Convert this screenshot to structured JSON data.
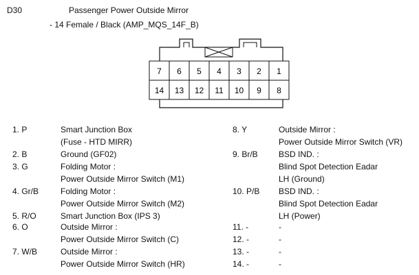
{
  "connector": {
    "code": "D30",
    "name": "Passenger Power Outside Mirror",
    "spec": "- 14 Female / Black (AMP_MQS_14F_B)"
  },
  "pins_top": [
    "7",
    "6",
    "5",
    "4",
    "3",
    "2",
    "1"
  ],
  "pins_bottom": [
    "14",
    "13",
    "12",
    "11",
    "10",
    "9",
    "8"
  ],
  "rows": [
    {
      "a_pin": "1. P",
      "a_desc": "Smart Junction Box",
      "b_pin": "8. Y",
      "b_desc": "Outside Mirror :"
    },
    {
      "a_pin": "",
      "a_desc": "(Fuse - HTD MIRR)",
      "b_pin": "",
      "b_desc": "Power Outside Mirror Switch (VR)"
    },
    {
      "a_pin": "2. B",
      "a_desc": "Ground (GF02)",
      "b_pin": "9. Br/B",
      "b_desc": "BSD IND. :"
    },
    {
      "a_pin": "3. G",
      "a_desc": "Folding Motor :",
      "b_pin": "",
      "b_desc": "Blind Spot Detection Eadar"
    },
    {
      "a_pin": "",
      "a_desc": "Power Outside Mirror Switch (M1)",
      "b_pin": "",
      "b_desc": "LH (Ground)"
    },
    {
      "a_pin": "4. Gr/B",
      "a_desc": "Folding Motor :",
      "b_pin": "10. P/B",
      "b_desc": "BSD IND. :"
    },
    {
      "a_pin": "",
      "a_desc": "Power Outside Mirror Switch (M2)",
      "b_pin": "",
      "b_desc": "Blind Spot Detection Eadar"
    },
    {
      "a_pin": "5. R/O",
      "a_desc": "Smart Junction Box (IPS 3)",
      "b_pin": "",
      "b_desc": "LH (Power)"
    },
    {
      "a_pin": "6. O",
      "a_desc": "Outside Mirror :",
      "b_pin": "11. -",
      "b_desc": "-"
    },
    {
      "a_pin": "",
      "a_desc": "Power Outside Mirror Switch (C)",
      "b_pin": "12. -",
      "b_desc": "-"
    },
    {
      "a_pin": "7. W/B",
      "a_desc": "Outside Mirror :",
      "b_pin": "13. -",
      "b_desc": "-"
    },
    {
      "a_pin": "",
      "a_desc": "Power Outside Mirror Switch (HR)",
      "b_pin": "14. -",
      "b_desc": "-"
    }
  ]
}
